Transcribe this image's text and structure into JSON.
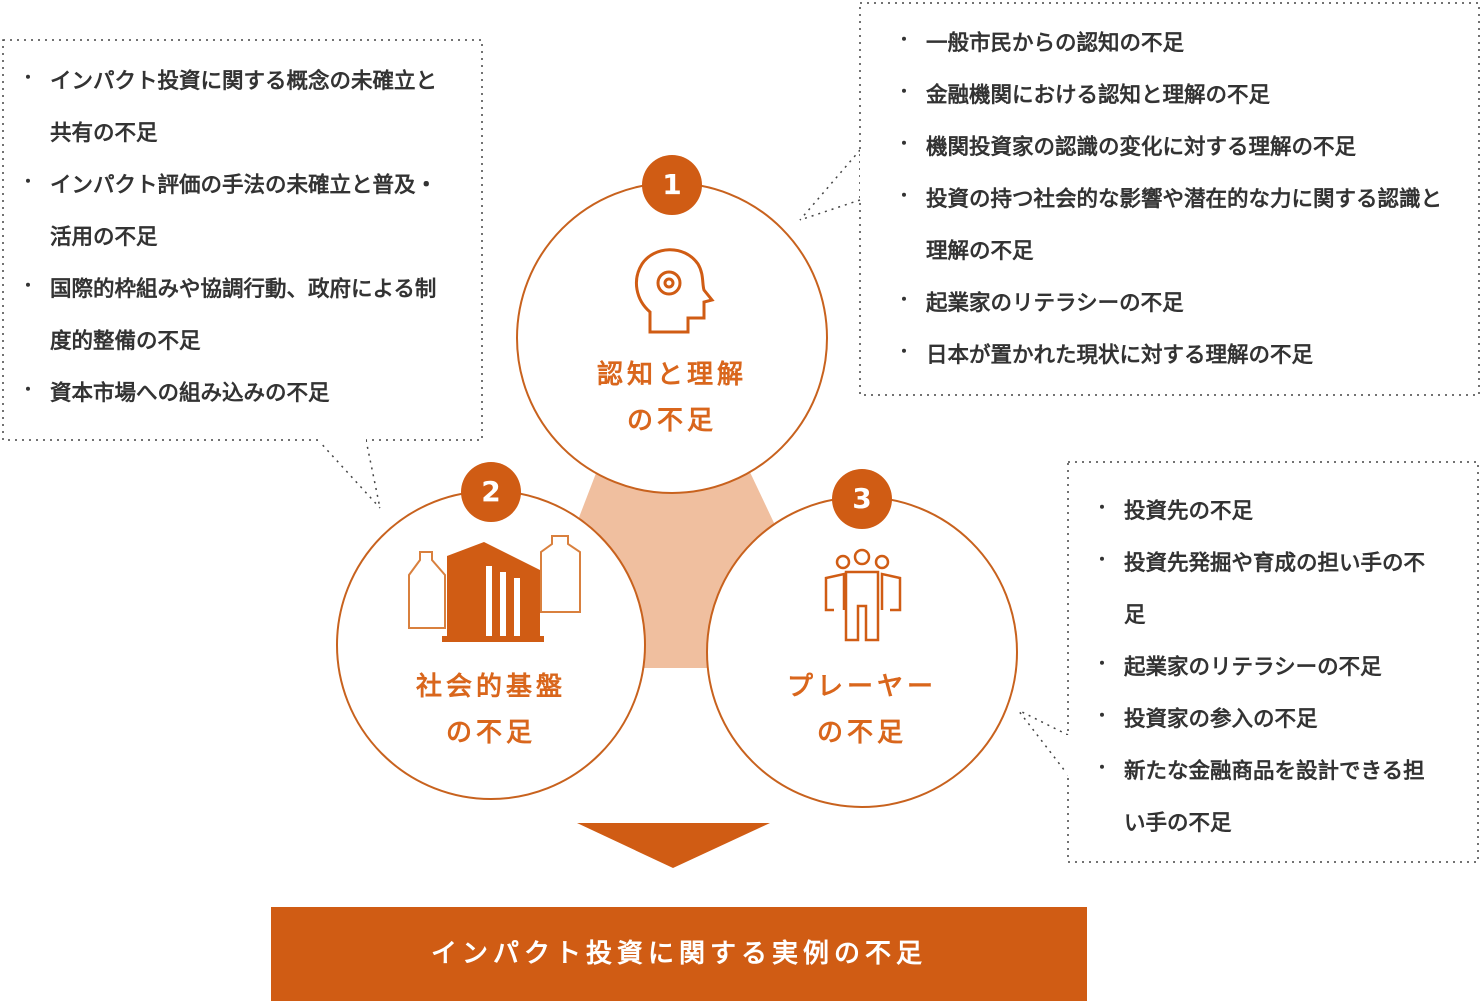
{
  "colors": {
    "accent": "#d05c14",
    "label": "#d9661c",
    "connector": "#f0bf9f"
  },
  "circles": [
    {
      "number": "1",
      "label_line1": "認知と理解",
      "label_line2": "の不足",
      "icon": "head-gear-icon"
    },
    {
      "number": "2",
      "label_line1": "社会的基盤",
      "label_line2": "の不足",
      "icon": "buildings-icon"
    },
    {
      "number": "3",
      "label_line1": "プレーヤー",
      "label_line2": "の不足",
      "icon": "people-group-icon"
    }
  ],
  "left_box": {
    "items": [
      "インパクト投資に関する概念の未確立と共有の不足",
      "インパクト評価の手法の未確立と普及・活用の不足",
      "国際的枠組みや協調行動、政府による制度的整備の不足",
      "資本市場への組み込みの不足"
    ]
  },
  "top_right_box": {
    "items": [
      "一般市民からの認知の不足",
      "金融機関における認知と理解の不足",
      "機関投資家の認識の変化に対する理解の不足",
      "投資の持つ社会的な影響や潜在的な力に関する認識と理解の不足",
      "起業家のリテラシーの不足",
      "日本が置かれた現状に対する理解の不足"
    ]
  },
  "bottom_right_box": {
    "items": [
      "投資先の不足",
      "投資先発掘や育成の担い手の不足",
      "起業家のリテラシーの不足",
      "投資家の参入の不足",
      "新たな金融商品を設計できる担い手の不足"
    ]
  },
  "conclusion": "インパクト投資に関する実例の不足"
}
